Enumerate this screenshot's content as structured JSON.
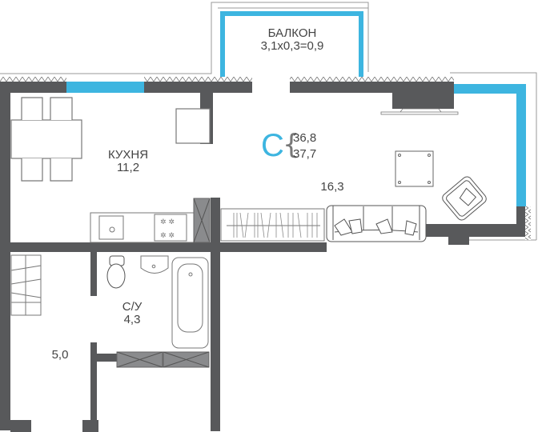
{
  "plan": {
    "type": "apartment-floor-plan",
    "accent_color": "#3db5e0",
    "wall_color": "#58595b",
    "total_area": {
      "badge": "C",
      "area_living": "36,8",
      "area_total": "37,7"
    },
    "rooms": [
      {
        "id": "balcony",
        "name": "БАЛКОН",
        "area": "3,1x0,3=0,9"
      },
      {
        "id": "kitchen",
        "name": "КУХНЯ",
        "area": "11,2"
      },
      {
        "id": "living",
        "name": "",
        "area": "16,3"
      },
      {
        "id": "bathroom",
        "name": "С/У",
        "area": "4,3"
      },
      {
        "id": "hallway",
        "name": "",
        "area": "5,0"
      }
    ]
  }
}
